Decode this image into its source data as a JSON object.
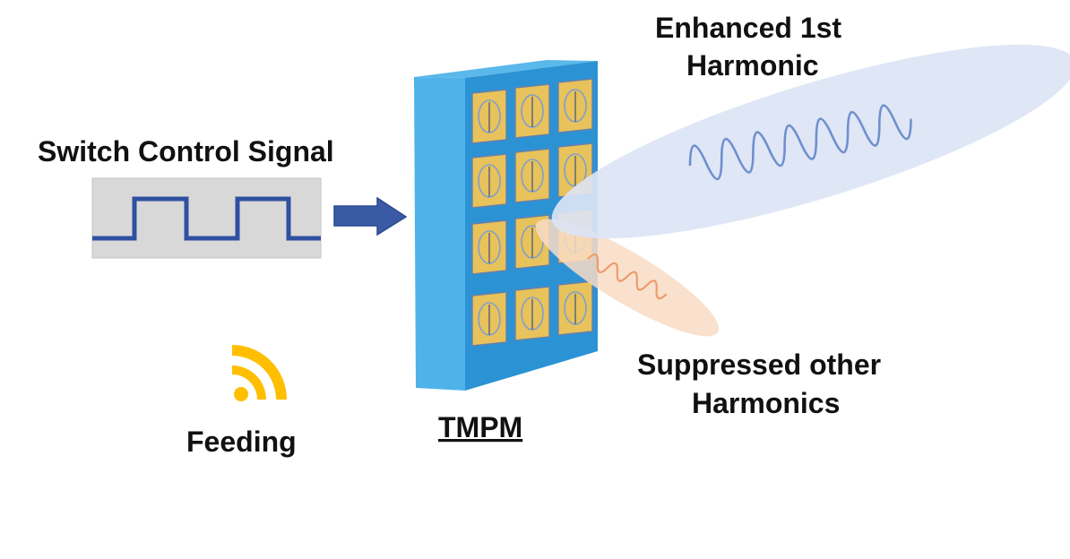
{
  "labels": {
    "switch_control_signal": "Switch Control Signal",
    "feeding": "Feeding",
    "tmpm": "TMPM",
    "enhanced_line1": "Enhanced 1st",
    "enhanced_line2": "Harmonic",
    "suppressed_line1": "Suppressed other",
    "suppressed_line2": "Harmonics"
  },
  "icons": {
    "signal_source": "wifi-feed-icon",
    "arrow": "right-arrow-icon"
  },
  "colors": {
    "metasurface_face": "#2b93d4",
    "metasurface_side": "#4fb3ea",
    "unit_cell": "#e8c25a",
    "square_wave": "#2f4fa0",
    "arrow": "#3a5aa6",
    "feed_icon": "#ffbf00",
    "enhanced_beam": "#dce4f4",
    "enhanced_wave": "#6f8fcf",
    "suppressed_beam": "#f8dcc6",
    "suppressed_wave": "#ee9a6a"
  },
  "metasurface": {
    "rows": 4,
    "columns": 3
  }
}
